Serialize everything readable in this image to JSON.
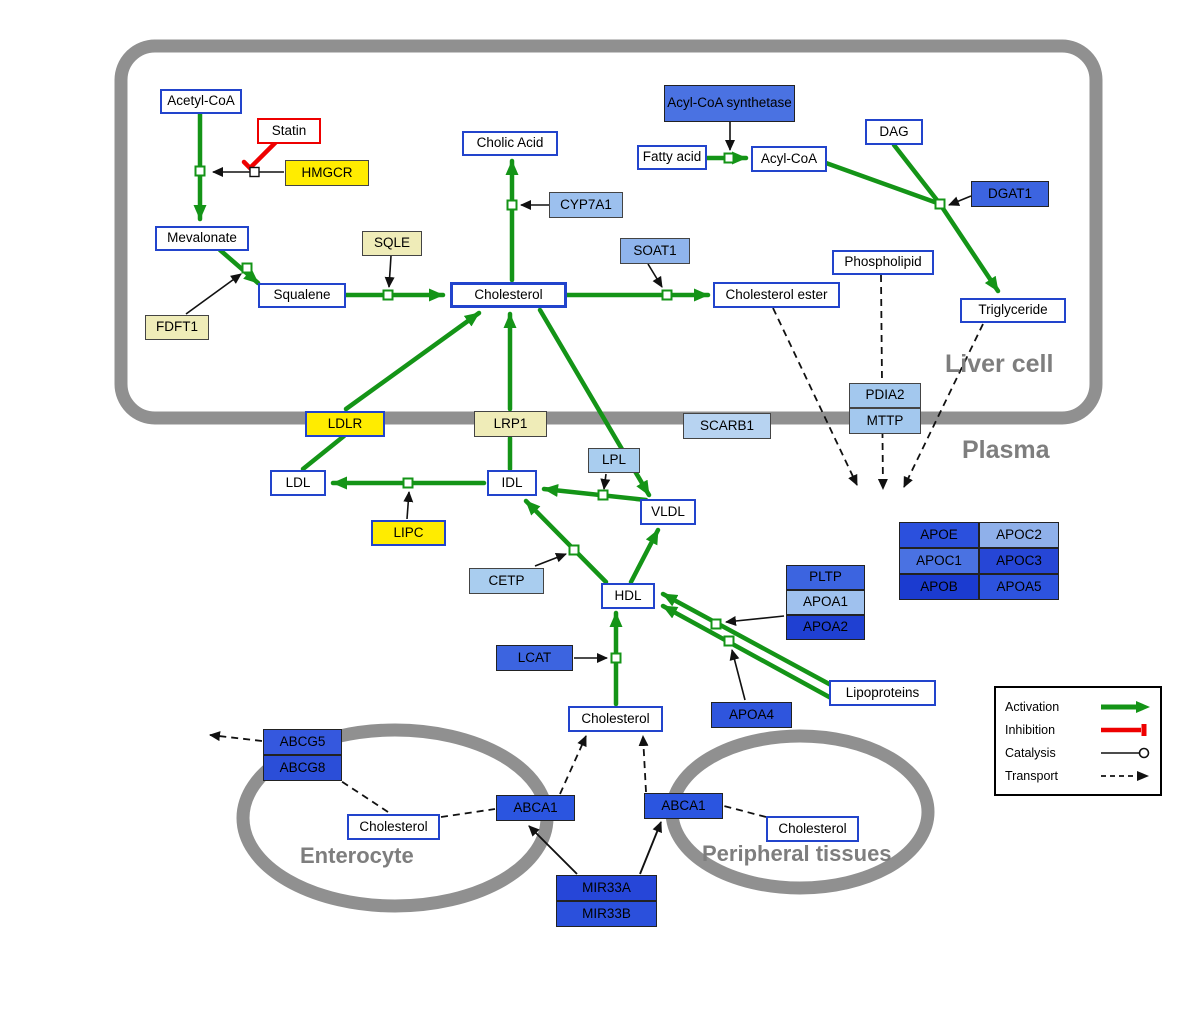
{
  "diagram": {
    "compartments": {
      "liver": "Liver cell",
      "plasma": "Plasma",
      "enterocyte": "Enterocyte",
      "peripheral": "Peripheral tissues"
    },
    "nodes": {
      "acetyl_coa": "Acetyl-CoA",
      "statin": "Statin",
      "hmgcr": "HMGCR",
      "mevalonate": "Mevalonate",
      "sqle": "SQLE",
      "fdft1": "FDFT1",
      "squalene": "Squalene",
      "cholesterol_liver": "Cholesterol",
      "cholic_acid": "Cholic Acid",
      "cyp7a1": "CYP7A1",
      "soat1": "SOAT1",
      "cholesterol_ester": "Cholesterol ester",
      "acyl_coa_synthetase": "Acyl-CoA synthetase",
      "fatty_acid": "Fatty acid",
      "acyl_coa": "Acyl-CoA",
      "dag": "DAG",
      "dgat1": "DGAT1",
      "phospholipid": "Phospholipid",
      "triglyceride": "Triglyceride",
      "ldlr": "LDLR",
      "lrp1": "LRP1",
      "scarb1": "SCARB1",
      "pdia2": "PDIA2",
      "mttp": "MTTP",
      "ldl": "LDL",
      "idl": "IDL",
      "lpl": "LPL",
      "vldl": "VLDL",
      "lipc": "LIPC",
      "cetp": "CETP",
      "hdl": "HDL",
      "pltp": "PLTP",
      "apoa1": "APOA1",
      "apoa2": "APOA2",
      "apoe": "APOE",
      "apoc2": "APOC2",
      "apoc1": "APOC1",
      "apoc3": "APOC3",
      "apob": "APOB",
      "apoa5": "APOA5",
      "lcat": "LCAT",
      "apoa4": "APOA4",
      "lipoproteins": "Lipoproteins",
      "cholesterol_plasma": "Cholesterol",
      "abcg5": "ABCG5",
      "abcg8": "ABCG8",
      "cholesterol_enterocyte": "Cholesterol",
      "abca1_enterocyte": "ABCA1",
      "abca1_peripheral": "ABCA1",
      "cholesterol_peripheral": "Cholesterol",
      "mir33a": "MIR33A",
      "mir33b": "MIR33B"
    },
    "legend": {
      "items": [
        {
          "label": "Activation",
          "type": "activation"
        },
        {
          "label": "Inhibition",
          "type": "inhibition"
        },
        {
          "label": "Catalysis",
          "type": "catalysis"
        },
        {
          "label": "Transport",
          "type": "transport"
        }
      ]
    },
    "colors": {
      "activation": "#149417",
      "inhibition": "#ee0000",
      "catalysis": "#111111",
      "transport": "#111111",
      "membrane": "#909090",
      "metabolite_border": "#2244cc",
      "gene_yellow": "#ffec00",
      "gene_pale_yellow": "#efecb8",
      "gene_light_blue": "#a9cdef",
      "gene_blue": "#4a72e2",
      "gene_dark_blue": "#2143cf"
    },
    "edges": [
      {
        "from": "acetyl_coa",
        "to": "mevalonate",
        "type": "activation"
      },
      {
        "from": "hmgcr",
        "to": "acetyl_coa->mevalonate",
        "type": "catalysis"
      },
      {
        "from": "statin",
        "to": "hmgcr",
        "type": "inhibition"
      },
      {
        "from": "mevalonate",
        "to": "squalene",
        "type": "activation"
      },
      {
        "from": "fdft1",
        "to": "mevalonate->squalene",
        "type": "catalysis"
      },
      {
        "from": "squalene",
        "to": "cholesterol_liver",
        "type": "activation"
      },
      {
        "from": "sqle",
        "to": "squalene->cholesterol_liver",
        "type": "catalysis"
      },
      {
        "from": "cholesterol_liver",
        "to": "cholic_acid",
        "type": "activation"
      },
      {
        "from": "cyp7a1",
        "to": "cholesterol_liver->cholic_acid",
        "type": "catalysis"
      },
      {
        "from": "cholesterol_liver",
        "to": "cholesterol_ester",
        "type": "activation"
      },
      {
        "from": "soat1",
        "to": "cholesterol_liver->cholesterol_ester",
        "type": "catalysis"
      },
      {
        "from": "fatty_acid",
        "to": "acyl_coa",
        "type": "activation"
      },
      {
        "from": "acyl_coa_synthetase",
        "to": "fatty_acid->acyl_coa",
        "type": "catalysis"
      },
      {
        "from": "acyl_coa",
        "to": "triglyceride",
        "type": "activation"
      },
      {
        "from": "dag",
        "to": "triglyceride",
        "type": "activation"
      },
      {
        "from": "dgat1",
        "to": "dag->triglyceride",
        "type": "catalysis"
      },
      {
        "from": "cholesterol_ester",
        "to": "plasma",
        "type": "transport"
      },
      {
        "from": "phospholipid",
        "to": "plasma",
        "type": "transport"
      },
      {
        "from": "triglyceride",
        "to": "plasma",
        "type": "transport"
      },
      {
        "from": "ldl",
        "to": "cholesterol_liver",
        "via": "ldlr",
        "type": "activation"
      },
      {
        "from": "idl",
        "to": "cholesterol_liver",
        "via": "lrp1",
        "type": "activation"
      },
      {
        "from": "idl",
        "to": "ldl",
        "type": "activation"
      },
      {
        "from": "lipc",
        "to": "idl->ldl",
        "type": "catalysis"
      },
      {
        "from": "vldl",
        "to": "idl",
        "type": "activation"
      },
      {
        "from": "lpl",
        "to": "vldl->idl",
        "type": "catalysis"
      },
      {
        "from": "cholesterol_liver",
        "to": "vldl",
        "type": "activation"
      },
      {
        "from": "hdl",
        "to": "idl",
        "type": "activation"
      },
      {
        "from": "cetp",
        "to": "hdl->idl",
        "type": "catalysis"
      },
      {
        "from": "hdl",
        "to": "vldl",
        "type": "activation"
      },
      {
        "from": "lipoproteins",
        "to": "hdl",
        "type": "activation"
      },
      {
        "from": "pltp/apoa1/apoa2",
        "to": "lipoproteins->hdl",
        "type": "catalysis"
      },
      {
        "from": "apoa4",
        "to": "lipoproteins->hdl",
        "type": "catalysis"
      },
      {
        "from": "cholesterol_plasma",
        "to": "hdl",
        "type": "activation"
      },
      {
        "from": "lcat",
        "to": "cholesterol_plasma->hdl",
        "type": "catalysis"
      },
      {
        "from": "cholesterol_enterocyte",
        "to": "abcg5/abcg8",
        "type": "transport"
      },
      {
        "from": "abcg5/abcg8",
        "to": "outside_enterocyte",
        "type": "transport"
      },
      {
        "from": "cholesterol_enterocyte",
        "to": "cholesterol_plasma",
        "via": "abca1_enterocyte",
        "type": "transport"
      },
      {
        "from": "cholesterol_peripheral",
        "to": "cholesterol_plasma",
        "via": "abca1_peripheral",
        "type": "transport"
      },
      {
        "from": "mir33a/mir33b",
        "to": "abca1_enterocyte",
        "type": "regulation"
      },
      {
        "from": "mir33a/mir33b",
        "to": "abca1_peripheral",
        "type": "regulation"
      }
    ]
  }
}
